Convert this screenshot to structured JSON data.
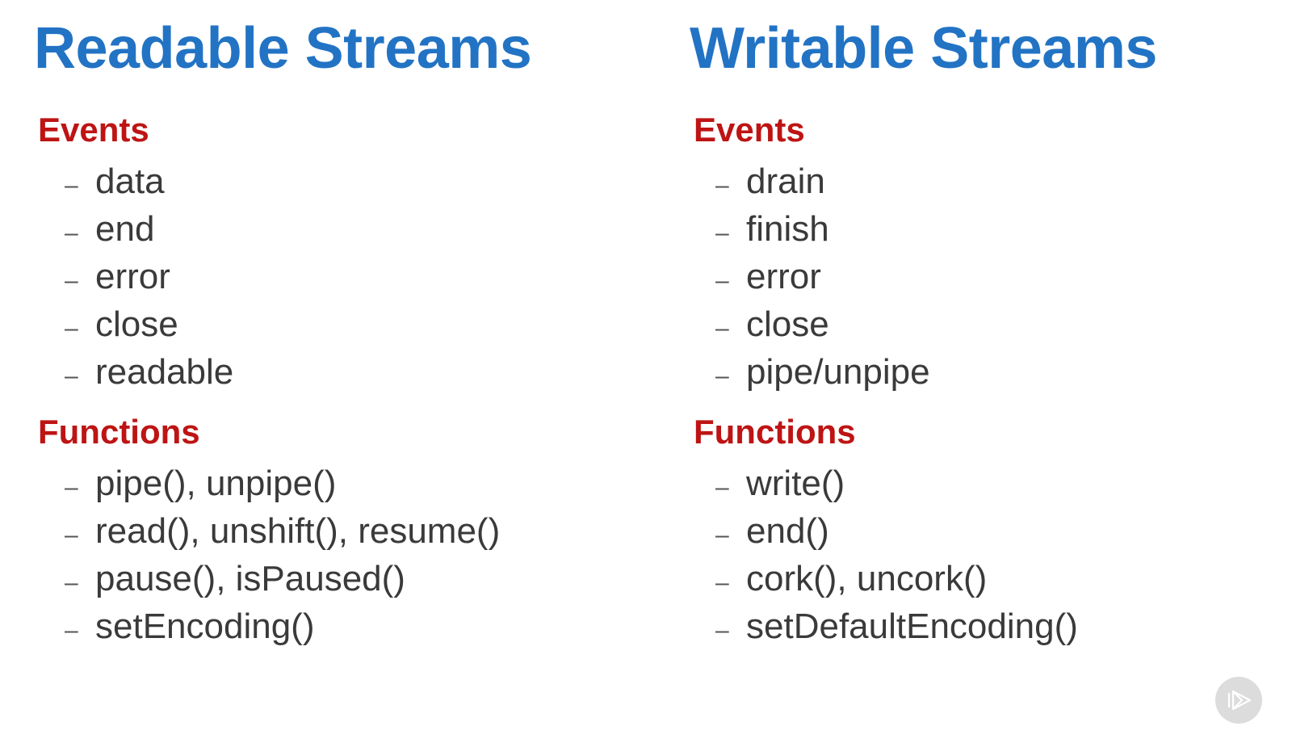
{
  "slide": {
    "background_color": "#ffffff",
    "title_color": "#2273C4",
    "heading_color": "#BE1414",
    "body_color": "#3A3A3A",
    "bullet_dash": "–"
  },
  "columns": [
    {
      "title": "Readable Streams",
      "sections": [
        {
          "heading": "Events",
          "items": [
            "data",
            "end",
            "error",
            "close",
            "readable"
          ]
        },
        {
          "heading": "Functions",
          "items": [
            "pipe(), unpipe()",
            "read(), unshift(), resume()",
            "pause(), isPaused()",
            "setEncoding()"
          ]
        }
      ]
    },
    {
      "title": "Writable Streams",
      "sections": [
        {
          "heading": "Events",
          "items": [
            "drain",
            "finish",
            "error",
            "close",
            "pipe/unpipe"
          ]
        },
        {
          "heading": "Functions",
          "items": [
            "write()",
            "end()",
            "cork(), uncork()",
            "setDefaultEncoding()"
          ]
        }
      ]
    }
  ],
  "brand": {
    "icon": "play-triangle-icon",
    "color": "#DCDCDC"
  }
}
